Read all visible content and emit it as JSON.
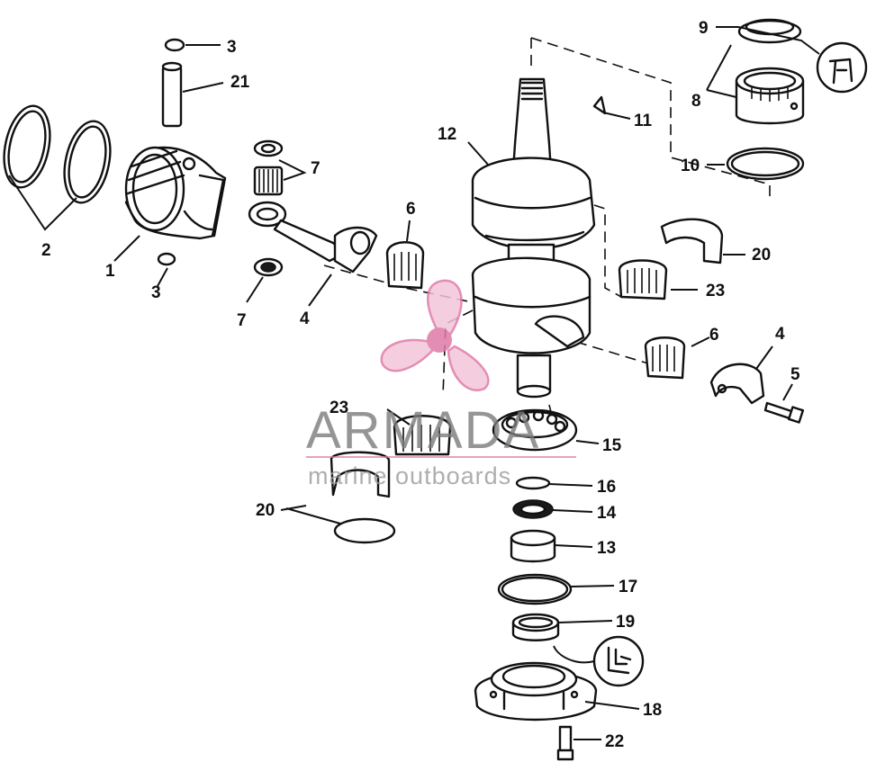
{
  "diagram": {
    "callouts": {
      "c1": "1",
      "c2": "2",
      "c3a": "3",
      "c3b": "3",
      "c4a": "4",
      "c4b": "4",
      "c5": "5",
      "c6a": "6",
      "c6b": "6",
      "c7a": "7",
      "c7b": "7",
      "c8": "8",
      "c9": "9",
      "c10": "10",
      "c11": "11",
      "c12": "12",
      "c13": "13",
      "c14": "14",
      "c15": "15",
      "c16": "16",
      "c17": "17",
      "c18": "18",
      "c19": "19",
      "c20a": "20",
      "c20b": "20",
      "c21": "21",
      "c22": "22",
      "c23a": "23",
      "c23b": "23"
    }
  },
  "watermark": {
    "title": "ARMADA",
    "subtitle": "marine outboards",
    "color_pink": "#e07aa8",
    "color_gray": "#7a7a7a"
  },
  "icons": {
    "lubricant_top": "lubricant-icon",
    "lubricant_bottom": "sealant-icon"
  }
}
